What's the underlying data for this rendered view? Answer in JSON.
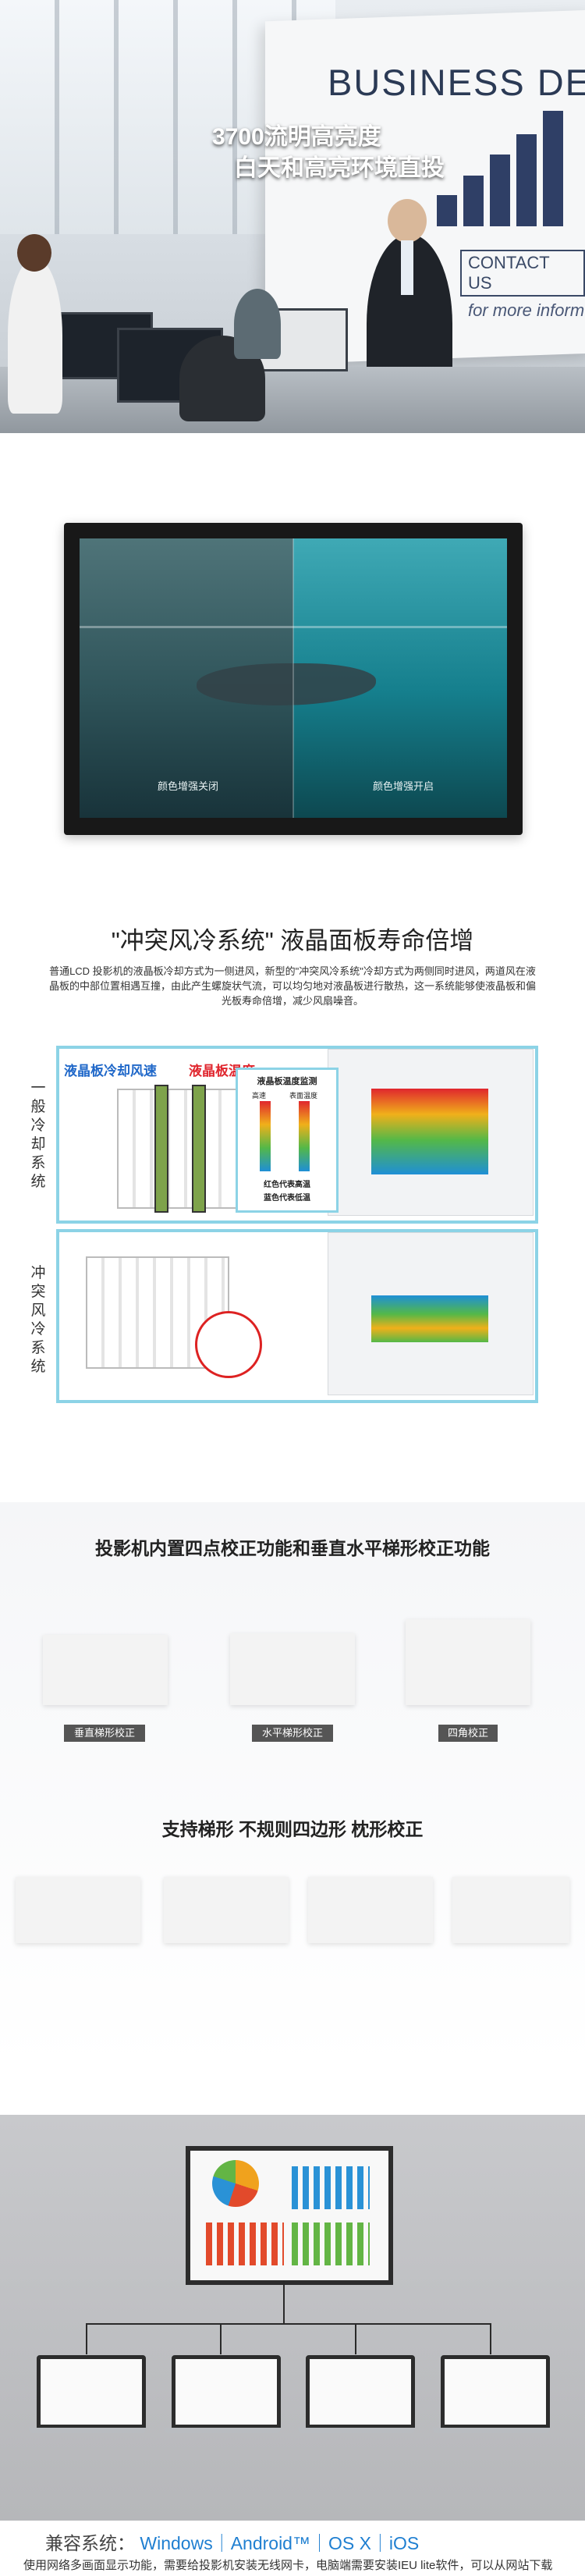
{
  "hero": {
    "board_title": "BUSINESS DEVELO",
    "board_contact": "CONTACT US",
    "board_more": "for more inform",
    "headline_1": "3700流明高亮度",
    "headline_2": "白天和高亮环境直投"
  },
  "tv_compare": {
    "label_off": "颜色增强关闭",
    "label_on": "颜色增强开启"
  },
  "cooling": {
    "title": "\"冲突风冷系统\" 液晶面板寿命倍增",
    "description": "普通LCD 投影机的液晶板冷却方式为一侧进风，新型的\"冲突风冷系统\"冷却方式为两侧同时进风，两道风在液晶板的中部位置相遇互撞，由此产生螺旋状气流，可以均匀地对液晶板进行散热，这一系统能够使液晶板和偏光板寿命倍增，减少风扇噪音。",
    "row1_label": "一般冷却系统",
    "row2_label": "冲突风冷系统",
    "callout_wind": "液晶板冷却风速",
    "callout_temp": "液晶板温度",
    "legend_title": "液晶板温度监测",
    "legend_low_label": "高速",
    "legend_high_label": "表面温度",
    "legend_red": "红色代表高温",
    "legend_blue": "蓝色代表低温",
    "colors": {
      "frame": "#8cd3e6",
      "hot": "#e0262e",
      "cool": "#2068c9"
    }
  },
  "keystone": {
    "title_1": "投影机内置四点校正功能和垂直水平梯形校正功能",
    "captions": [
      "垂直梯形校正",
      "水平梯形校正",
      "四角校正"
    ],
    "title_2": "支持梯形 不规则四边形 枕形校正"
  },
  "network": {
    "compat_label": "兼容系统：",
    "os_list": "Windows｜Android™｜OS X｜iOS",
    "description": "使用网络多画面显示功能，需要给投影机安装无线网卡，电脑端需要安装IEU lite软件，可以从网站下载或光盘获取，平板电脑和智能手机等移动端需要安装WIU软件。"
  }
}
